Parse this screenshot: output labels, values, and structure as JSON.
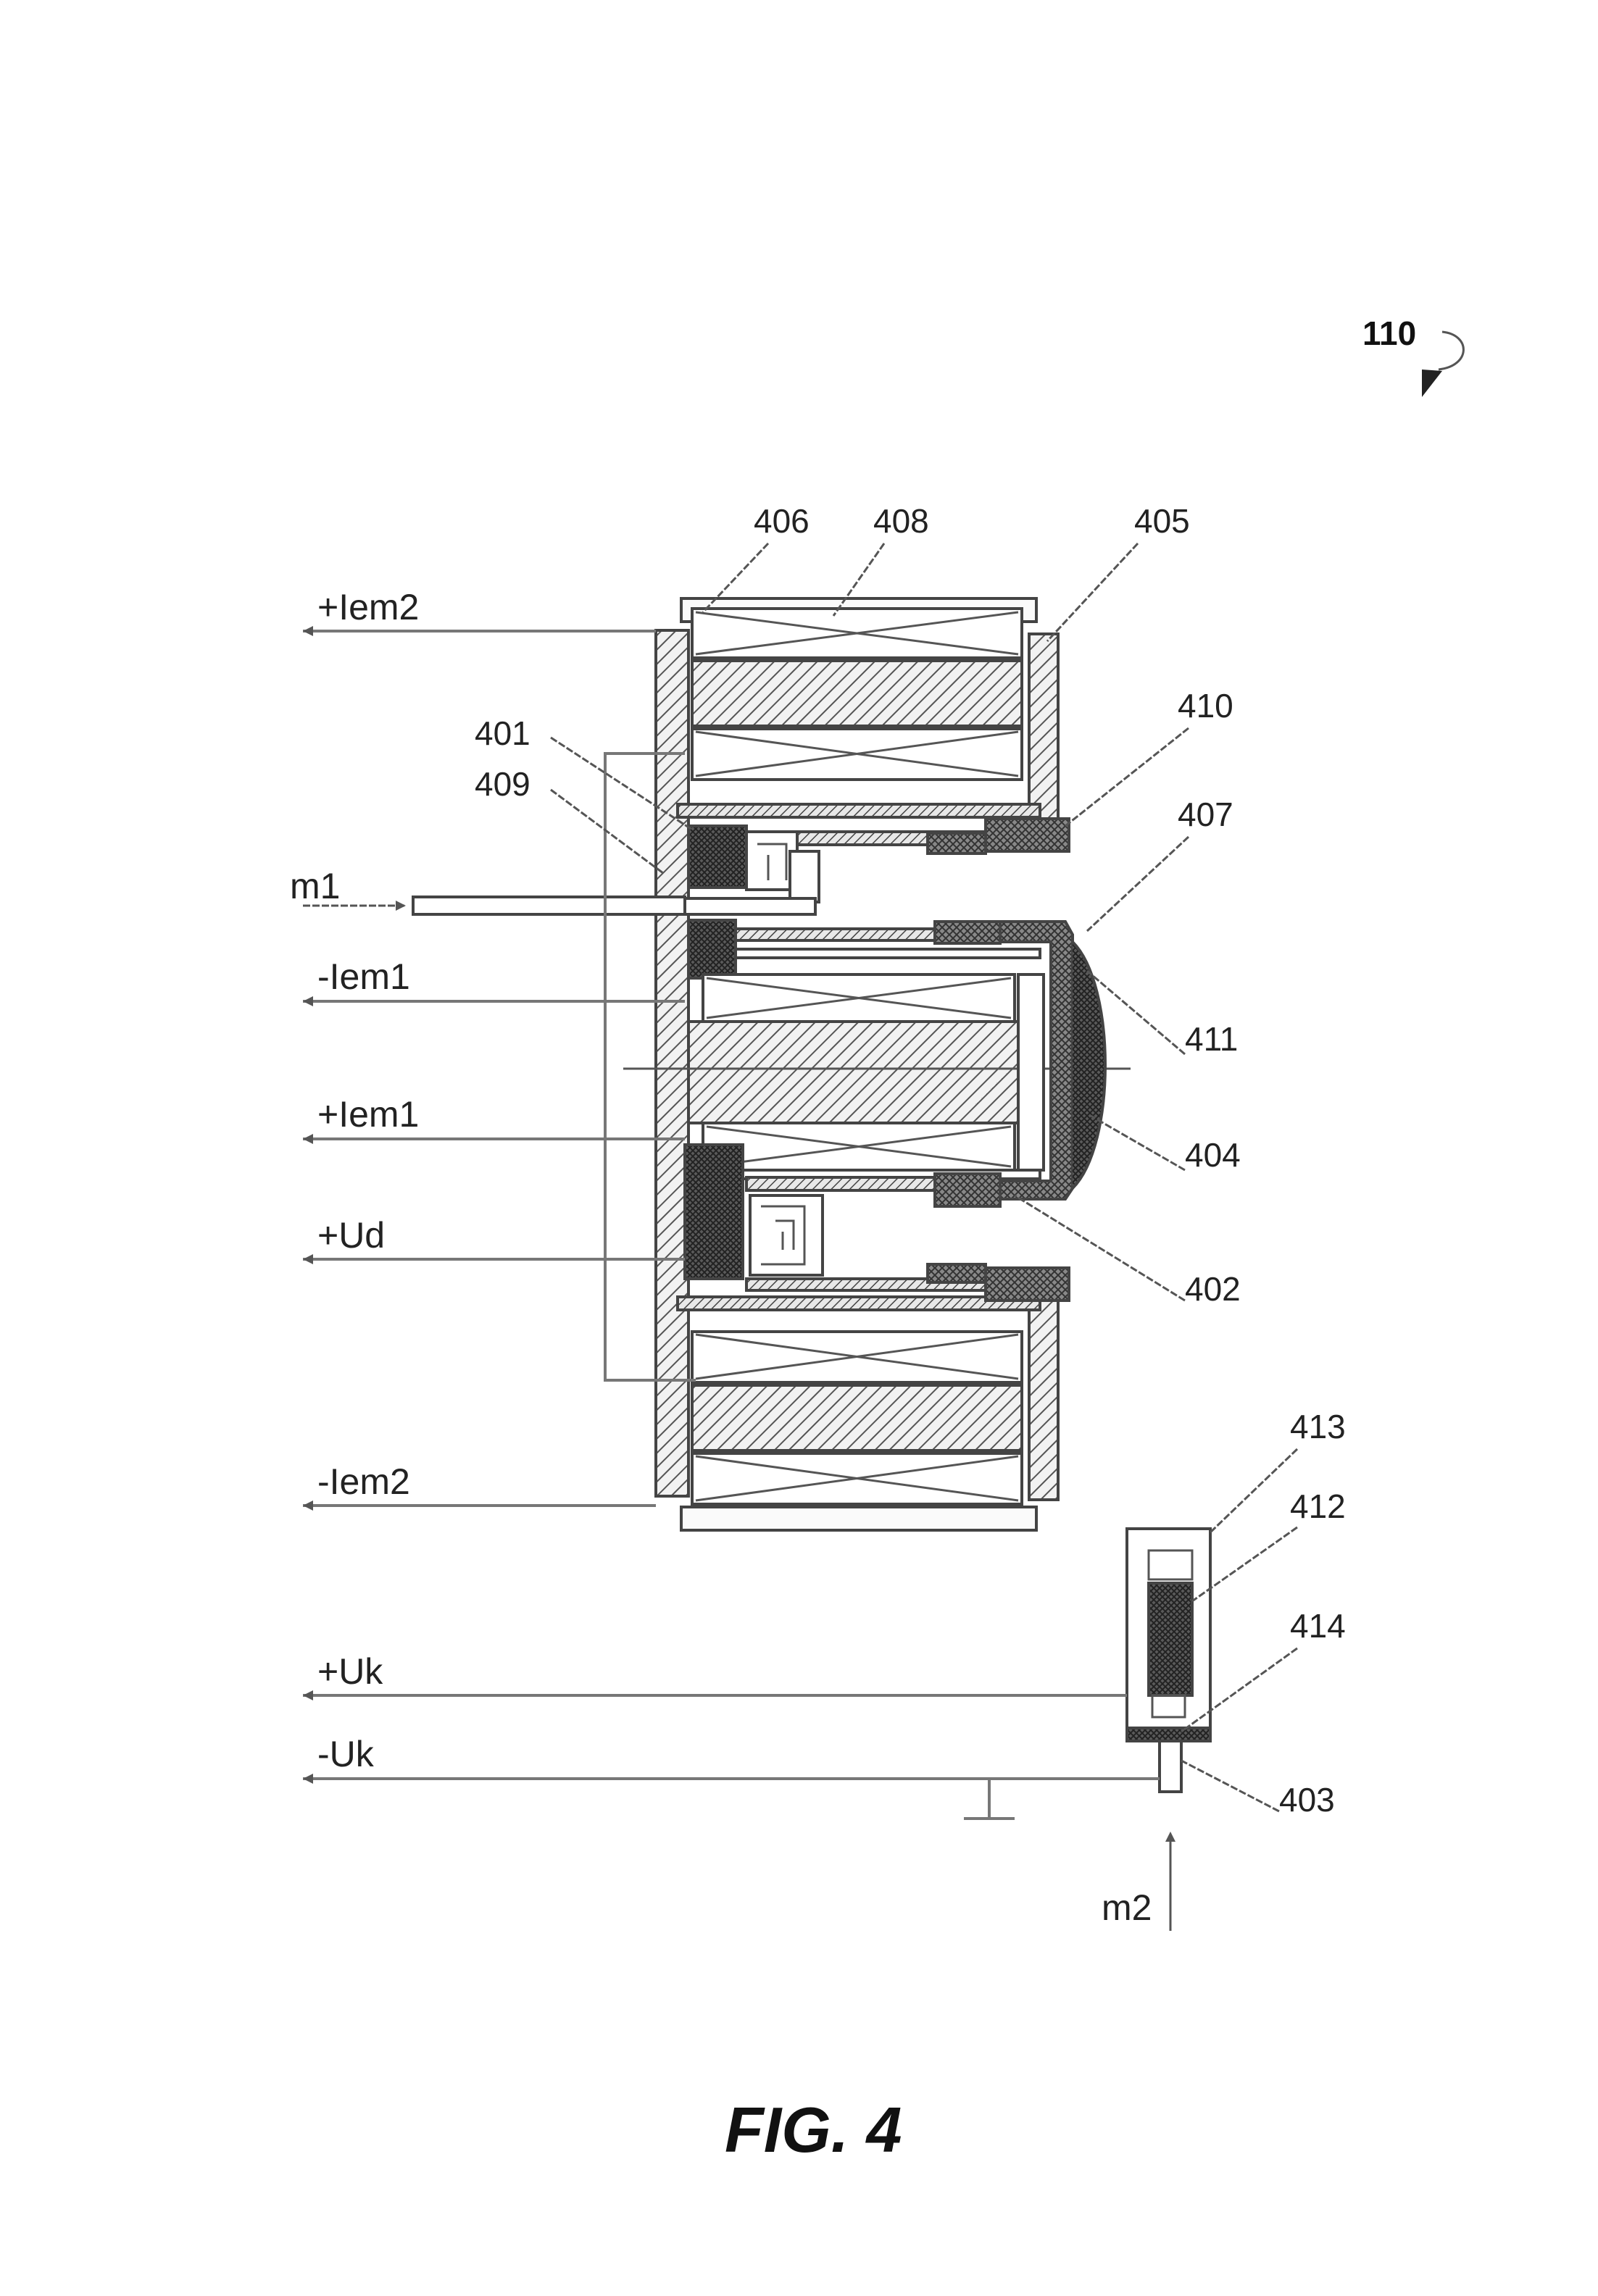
{
  "figure_ref": "110",
  "caption": "FIG. 4",
  "terminals": {
    "plus_iem2": "+Iem2",
    "m1": "m1",
    "minus_iem1": "-Iem1",
    "plus_iem1": "+Iem1",
    "plus_ud": "+Ud",
    "minus_iem2": "-Iem2",
    "plus_uk": "+Uk",
    "minus_uk": "-Uk",
    "m2": "m2"
  },
  "references": {
    "r406": "406",
    "r408": "408",
    "r405": "405",
    "r401": "401",
    "r409": "409",
    "r410": "410",
    "r407": "407",
    "r411": "411",
    "r404": "404",
    "r402": "402",
    "r413": "413",
    "r412": "412",
    "r414": "414",
    "r403": "403"
  }
}
